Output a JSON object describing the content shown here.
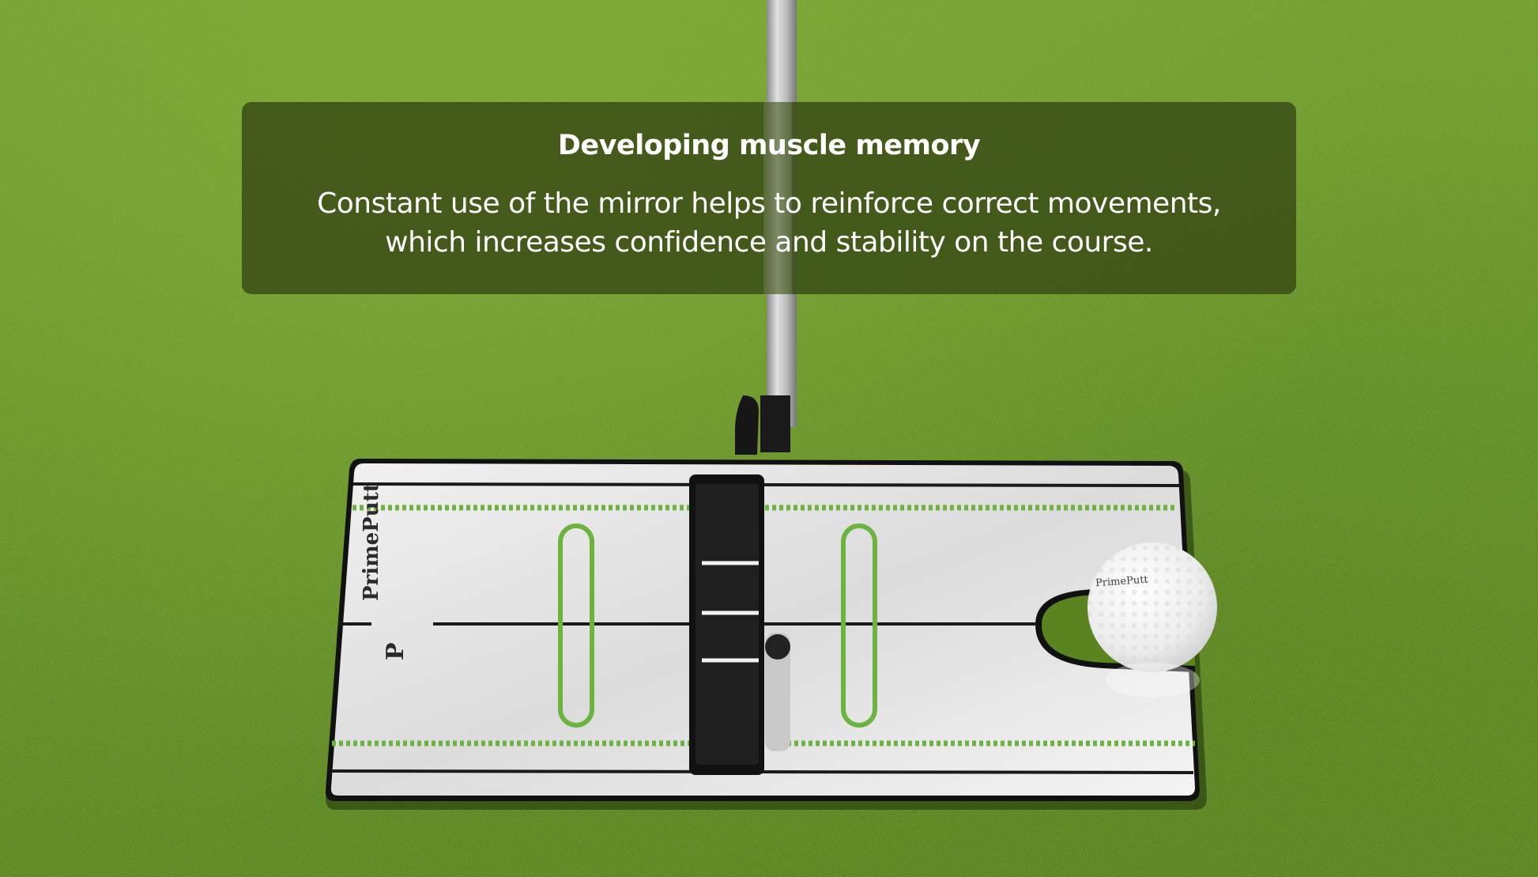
{
  "caption": {
    "title": "Developing muscle memory",
    "text": "Constant use of the mirror helps to reinforce correct movements, which increases confidence and stability on the course."
  },
  "brand": {
    "mirror_label": "PrimePutt",
    "ball_label": "PrimePutt"
  },
  "colors": {
    "grass": "#5f8a22",
    "card": "#3a4e16",
    "accent_green": "#6cb33f",
    "mirror": "#e6e6e6"
  }
}
